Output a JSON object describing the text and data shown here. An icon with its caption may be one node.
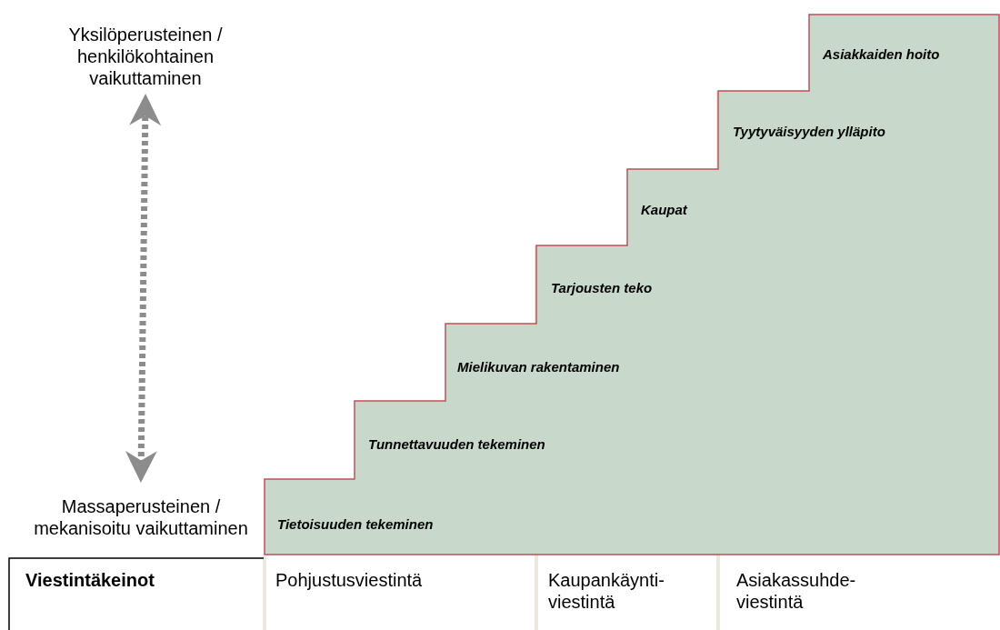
{
  "diagram": {
    "nodes": [
      {
        "text": [
          "Yksilöperusteinen / henkilökohtainen vaikuttaminen"
        ]
      },
      {
        "text": [
          "Massaperusteinen / mekanisoitu vaikuttaminen"
        ]
      },
      {
        "text": [
          "Tietoisuuden tekeminen",
          "Tunnettavuuden tekeminen",
          "Mielikuvan rakentaminen",
          "Tarjousten teko",
          "Kaupat",
          "Tyytyväisyyden ylläpito",
          "Asiakkaiden hoito"
        ]
      }
    ],
    "edges": [
      {
        "from": 0,
        "to": 1,
        "arrow": "both",
        "style": "dashed",
        "color": "#8c8c8c"
      }
    ],
    "labels": [
      "Viestintäkeinot",
      "Pohjustusviestintä",
      "Kaupankäynti- viestintä",
      "Asiakassuhde- viestintä"
    ]
  }
}
